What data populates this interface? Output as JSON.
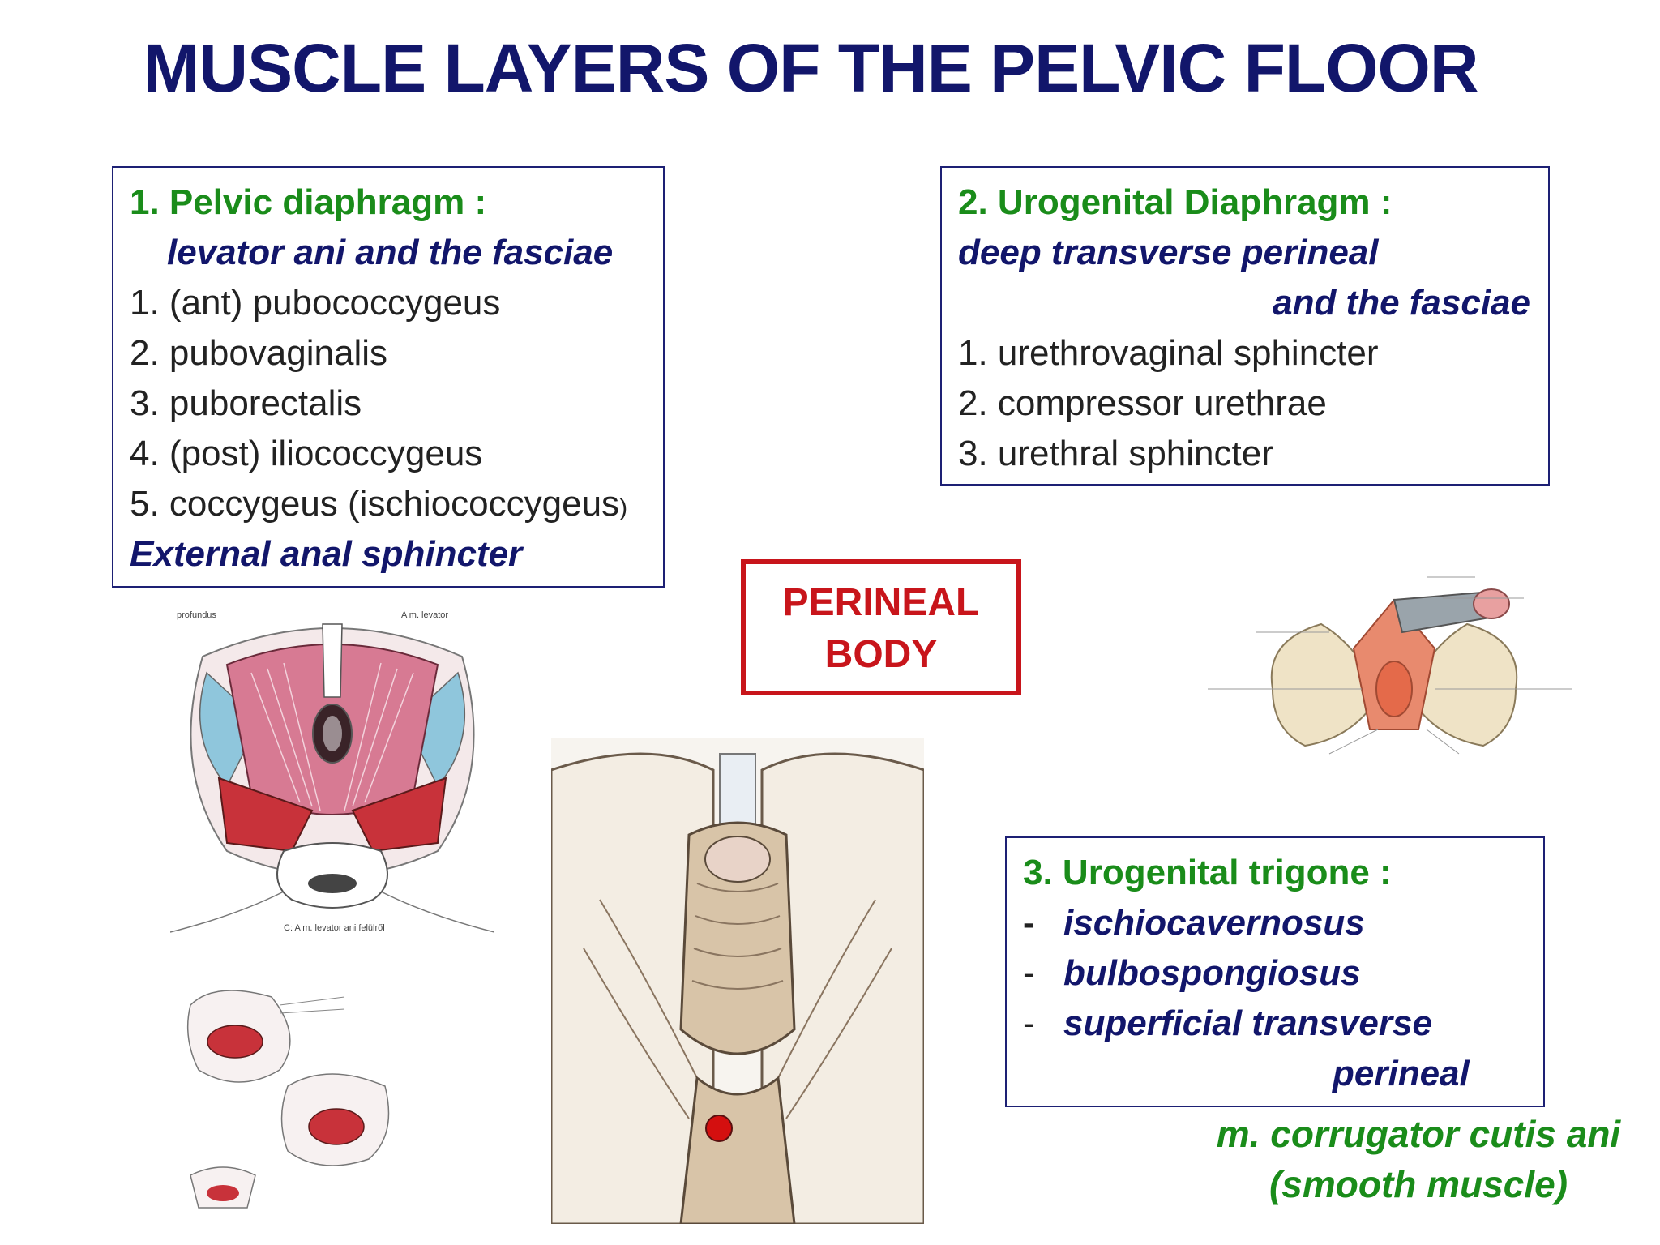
{
  "title": "MUSCLE LAYERS OF THE PELVIC FLOOR",
  "box1": {
    "heading": "1. Pelvic diaphragm :",
    "subheading": "levator ani and the fasciae",
    "items": [
      "1. (ant) pubococcygeus",
      "2. pubovaginalis",
      "3. puborectalis",
      "4. (post) iliococcygeus",
      "5. coccygeus (ischiococcygeus",
      ")"
    ],
    "footer": "External anal sphincter"
  },
  "box2": {
    "heading": "2. Urogenital Diaphragm :",
    "subheading_1": "deep transverse perineal",
    "subheading_2": "and the fasciae",
    "items": [
      "1. urethrovaginal sphincter",
      "2. compressor urethrae",
      "3. urethral sphincter"
    ]
  },
  "perineal_body": {
    "line1": "PERINEAL",
    "line2": "BODY",
    "marker_color": "#d40f0f"
  },
  "box3": {
    "heading": "3. Urogenital trigone :",
    "dash": "-",
    "items": [
      "ischiocavernosus",
      "bulbospongiosus",
      "superficial transverse"
    ],
    "item3_cont": "perineal"
  },
  "caption": {
    "line1": "m. corrugator cutis ani",
    "line2": "(smooth muscle)"
  },
  "figure_labels": {
    "top_left_a": "profundus",
    "top_left_b": "A m. levator",
    "levator_caption": "C: A m. levator ani felülről"
  },
  "colors": {
    "title": "#12166b",
    "heading_green": "#1a8c1a",
    "perineal_red": "#c8151b",
    "muscle_red": "#c8323a"
  }
}
